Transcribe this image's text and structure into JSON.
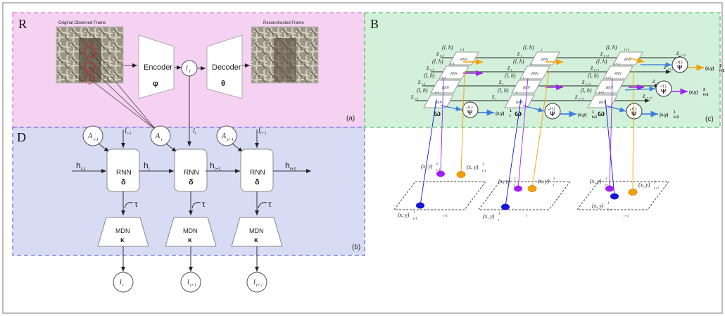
{
  "panels": {
    "R": {
      "letter": "R",
      "tag": "(a)",
      "color": "#f6d2f2",
      "border": "#e07ad6"
    },
    "D": {
      "letter": "D",
      "tag": "(b)",
      "color": "#d7dcf4",
      "border": "#6a76e0"
    },
    "B": {
      "letter": "B",
      "tag": "(c)",
      "color": "#d3f0da",
      "border": "#55c46a"
    }
  },
  "vae": {
    "input_caption": "Original Observed Frame",
    "output_caption": "Reconstructed Frame",
    "encoder": {
      "label": "Encoder",
      "param": "φ"
    },
    "decoder": {
      "label": "Decoder",
      "param": "θ"
    },
    "latent": "l",
    "latent_sub": "t"
  },
  "rnn_chain": {
    "cells": [
      {
        "label": "RNN",
        "param": "δ",
        "A": "A",
        "A_sub": "t-1",
        "l_in_sub": "t-1",
        "h_in": "h",
        "h_in_sub": "t-1",
        "mdn": "MDN",
        "mdn_param": "κ",
        "tau": "τ",
        "out": "l",
        "out_sub": "t"
      },
      {
        "label": "RNN",
        "param": "δ",
        "A": "A",
        "A_sub": "t",
        "l_in_sub": "t",
        "h_in": "h",
        "h_in_sub": "t",
        "mdn": "MDN",
        "mdn_param": "κ",
        "tau": "τ",
        "out": "l",
        "out_sub": "t+1"
      },
      {
        "label": "RNN",
        "param": "δ",
        "A": "A",
        "A_sub": "t+1",
        "l_in_sub": "t+1",
        "h_in": "h",
        "h_in_sub": "t+1",
        "mdn": "MDN",
        "mdn_param": "κ",
        "tau": "τ",
        "out": "l",
        "out_sub": "t+2"
      }
    ],
    "h_out": "h",
    "h_out_sub": "t+2"
  },
  "behaviour": {
    "rnn_label": "RNN",
    "omega": "ω",
    "psi": "Ψ",
    "normal": "𝒩(.)",
    "lh": "(l, h)",
    "z": "z",
    "xy": "(x,y)",
    "columns": [
      {
        "t": "t-1",
        "t_next": "t"
      },
      {
        "t": "t",
        "t_next": "t+1"
      },
      {
        "t": "t+1",
        "t_next": "t+2"
      }
    ],
    "outputs": [
      {
        "text": "(x,y)",
        "sup": "1",
        "sub": "t",
        "color": "#2e6fe0"
      },
      {
        "text": "(x,y)",
        "sup": "1",
        "sub": "t+1",
        "color": "#2e6fe0"
      },
      {
        "text": "(x,y)",
        "sup": "1",
        "sub": "t+2",
        "color": "#2e6fe0"
      },
      {
        "text": "(x,y)",
        "sup": "2",
        "sub": "t+2",
        "color": "#8a2be2"
      },
      {
        "text": "(x,y)",
        "sup": "3",
        "sub": "t+2",
        "color": "#f5a000"
      }
    ],
    "colors": {
      "agent1": "#1515d6",
      "agent2": "#a020f0",
      "agent3": "#f5a000",
      "arrow": "#3a7fe0"
    }
  },
  "planes": [
    {
      "labels": [
        {
          "text": "(x, y)",
          "sup": "1",
          "sub": "t-1"
        },
        {
          "text": "(x, y)",
          "sup": "2",
          "sub": "t-1"
        },
        {
          "text": "(x, y)",
          "sup": "3",
          "sub": "t-1"
        }
      ],
      "tick": "t-1"
    },
    {
      "labels": [
        {
          "text": "(x, y)",
          "sup": "1",
          "sub": "t"
        },
        {
          "text": "(x, y)",
          "sup": "2",
          "sub": "t"
        },
        {
          "text": "(x, y)",
          "sup": "3",
          "sub": "t"
        }
      ],
      "tick": "t"
    },
    {
      "labels": [
        {
          "text": "(x, y)",
          "sup": "1",
          "sub": "t+1"
        },
        {
          "text": "(x, y)",
          "sup": "2",
          "sub": "t+1"
        },
        {
          "text": "(x, y)",
          "sup": "3",
          "sub": "t+1"
        }
      ],
      "tick": "t+1"
    }
  ]
}
